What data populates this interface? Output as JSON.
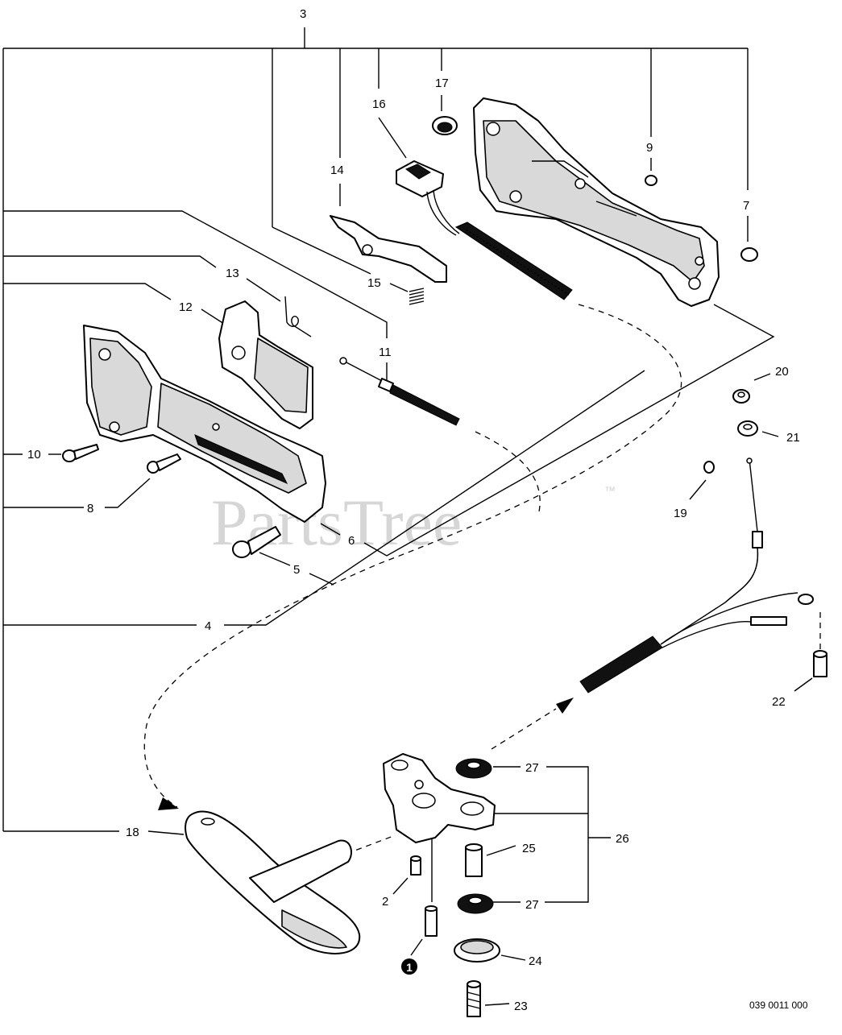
{
  "watermark": {
    "text": "PartsTree",
    "mark": "™"
  },
  "drawing_code": "039 0011 000",
  "callouts": {
    "c1": "1",
    "c2": "2",
    "c3": "3",
    "c4": "4",
    "c5": "5",
    "c6": "6",
    "c7": "7",
    "c8": "8",
    "c9": "9",
    "c10": "10",
    "c11": "11",
    "c12": "12",
    "c13": "13",
    "c14": "14",
    "c15": "15",
    "c16": "16",
    "c17": "17",
    "c18": "18",
    "c19": "19",
    "c20": "20",
    "c21": "21",
    "c22": "22",
    "c23": "23",
    "c24": "24",
    "c25": "25",
    "c26": "26",
    "c27a": "27",
    "c27b": "27"
  }
}
